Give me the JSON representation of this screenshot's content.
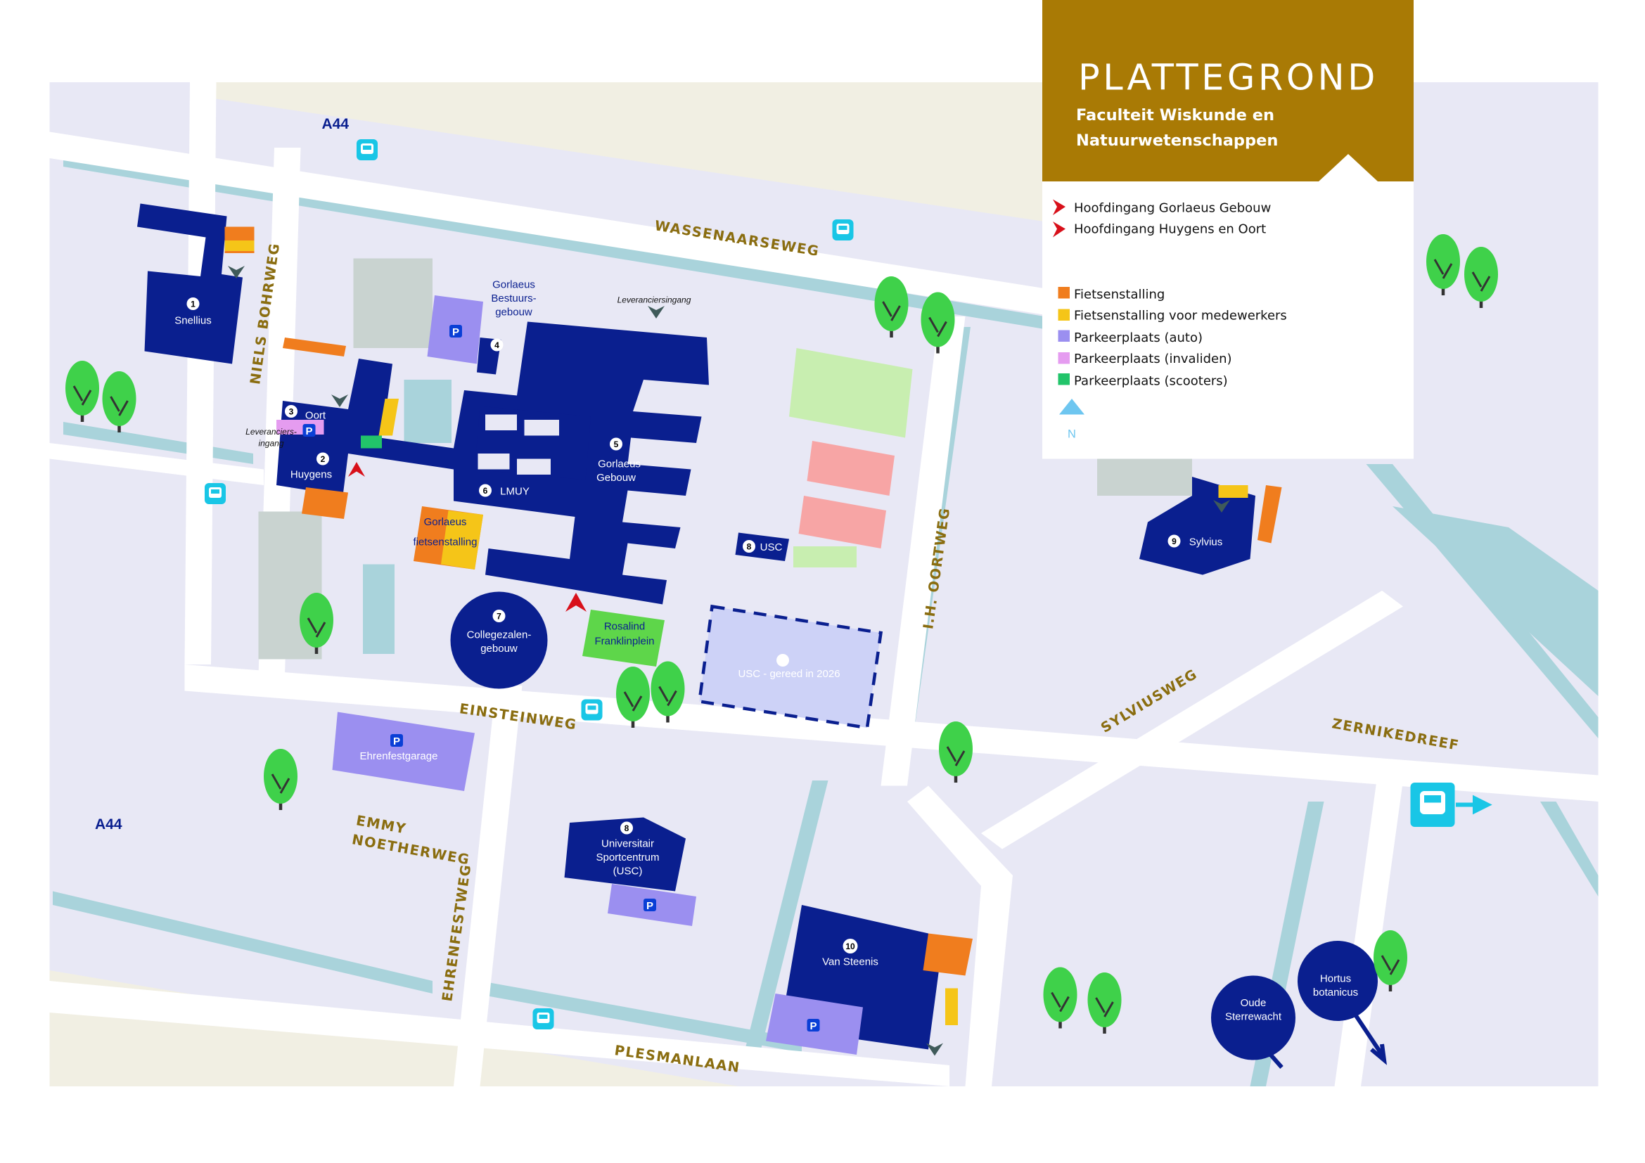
{
  "title": {
    "heading": "PLATTEGROND",
    "subtitle_line1": "Faculteit Wiskunde en",
    "subtitle_line2": "Natuurwetenschappen"
  },
  "legend": {
    "entrances": [
      {
        "label": "Hoofdingang Gorlaeus Gebouw",
        "icon": "red-arrow-icon"
      },
      {
        "label": "Hoofdingang Huygens en Oort",
        "icon": "red-arrow-icon"
      }
    ],
    "facilities": [
      {
        "label": "Fietsenstalling",
        "color": "#f07d1e"
      },
      {
        "label": "Fietsenstalling voor medewerkers",
        "color": "#f5c518"
      },
      {
        "label": "Parkeerplaats (auto)",
        "color": "#9b8ff0"
      },
      {
        "label": "Parkeerplaats (invaliden)",
        "color": "#e59cf0"
      },
      {
        "label": "Parkeerplaats (scooters)",
        "color": "#22c46a"
      }
    ],
    "north": "N"
  },
  "colors": {
    "building": "#0a1f8f",
    "header": "#a97a05",
    "canal": "#a9d3db",
    "ground": "#e8e8f5",
    "tree": "#3fd14a",
    "bus": "#19c6e6"
  },
  "buildings": [
    {
      "num": "1",
      "name": "Snellius"
    },
    {
      "num": "2",
      "name": "Huygens"
    },
    {
      "num": "3",
      "name": "Oort"
    },
    {
      "num": "4",
      "name_l1": "Gorlaeus",
      "name_l2": "Bestuurs-",
      "name_l3": "gebouw"
    },
    {
      "num": "5",
      "name_l1": "Gorlaeus",
      "name_l2": "Gebouw"
    },
    {
      "num": "6",
      "name": "LMUY"
    },
    {
      "num": "7",
      "name_l1": "Collegezalen-",
      "name_l2": "gebouw"
    },
    {
      "num": "8",
      "name": "USC"
    },
    {
      "num": "8",
      "name_l1": "Universitair",
      "name_l2": "Sportcentrum",
      "name_l3": "(USC)"
    },
    {
      "num": "9",
      "name": "Sylvius"
    },
    {
      "num": "10",
      "name": "Van Steenis"
    }
  ],
  "places": {
    "fietsenstalling_l1": "Gorlaeus",
    "fietsenstalling_l2": "fietsenstalling",
    "plein_l1": "Rosalind",
    "plein_l2": "Franklinplein",
    "garage": "Ehrenfestgarage",
    "usc_new": "USC - gereed in 2026",
    "sterrewacht_l1": "Oude",
    "sterrewacht_l2": "Sterrewacht",
    "hortus_l1": "Hortus",
    "hortus_l2": "botanicus",
    "lev1": "Leveranciersingang",
    "lev2_l1": "Leveranciers-",
    "lev2_l2": "ingang",
    "parking": "P"
  },
  "streets": {
    "a44_top": "A44",
    "a44_left": "A44",
    "wassenaarseweg": "WASSENAARSEWEG",
    "niels_bohrweg": "NIELS BOHRWEG",
    "oortweg": "I.H. OORTWEG",
    "einsteinweg": "EINSTEINWEG",
    "emmy_l1": "EMMY",
    "emmy_l2": "NOETHERWEG",
    "ehrenfestweg": "EHRENFESTWEG",
    "plesmanlaan": "PLESMANLAAN",
    "sylviusweg": "SYLVIUSWEG",
    "zernikedreef": "ZERNIKEDREEF"
  }
}
